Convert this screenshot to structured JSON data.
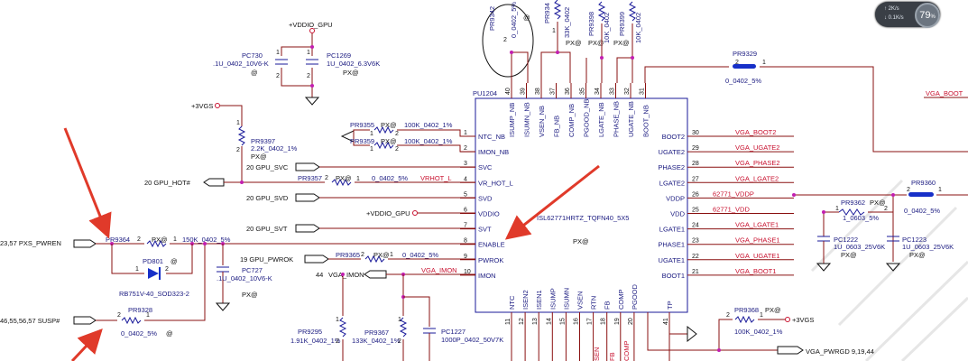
{
  "chip": {
    "refdes": "PU1204",
    "part": "ISL62771HRTZ_TQFN40_5X5",
    "variant": "PX@",
    "top_pins": [
      {
        "num": "40",
        "name": "ISUMP_NB"
      },
      {
        "num": "39",
        "name": "ISUMN_NB"
      },
      {
        "num": "38",
        "name": "VSEN_NB"
      },
      {
        "num": "37",
        "name": "FB_NB"
      },
      {
        "num": "36",
        "name": "COMP_NB"
      },
      {
        "num": "35",
        "name": "PGOOD_NB"
      },
      {
        "num": "34",
        "name": "LGATE_NB"
      },
      {
        "num": "33",
        "name": "PHASE_NB"
      },
      {
        "num": "32",
        "name": "UGATE_NB"
      },
      {
        "num": "31",
        "name": "BOOT_NB"
      }
    ],
    "left_pins": [
      {
        "num": "1",
        "name": "NTC_NB"
      },
      {
        "num": "2",
        "name": "IMON_NB"
      },
      {
        "num": "3",
        "name": "SVC"
      },
      {
        "num": "4",
        "name": "VR_HOT_L"
      },
      {
        "num": "5",
        "name": "SVD"
      },
      {
        "num": "6",
        "name": "VDDIO"
      },
      {
        "num": "7",
        "name": "SVT"
      },
      {
        "num": "8",
        "name": "ENABLE"
      },
      {
        "num": "9",
        "name": "PWROK"
      },
      {
        "num": "10",
        "name": "IMON"
      }
    ],
    "right_pins": [
      {
        "num": "30",
        "name": "BOOT2"
      },
      {
        "num": "29",
        "name": "UGATE2"
      },
      {
        "num": "28",
        "name": "PHASE2"
      },
      {
        "num": "27",
        "name": "LGATE2"
      },
      {
        "num": "26",
        "name": "VDDP"
      },
      {
        "num": "25",
        "name": "VDD"
      },
      {
        "num": "24",
        "name": "LGATE1"
      },
      {
        "num": "23",
        "name": "PHASE1"
      },
      {
        "num": "22",
        "name": "UGATE1"
      },
      {
        "num": "21",
        "name": "BOOT1"
      }
    ],
    "bottom_pins": [
      {
        "num": "11",
        "name": "NTC"
      },
      {
        "num": "12",
        "name": "ISEN2"
      },
      {
        "num": "13",
        "name": "ISEN1"
      },
      {
        "num": "14",
        "name": "ISUMP"
      },
      {
        "num": "15",
        "name": "ISUMN"
      },
      {
        "num": "16",
        "name": "VSEN"
      },
      {
        "num": "17",
        "name": "RTN"
      },
      {
        "num": "18",
        "name": "FB"
      },
      {
        "num": "19",
        "name": "COMP"
      },
      {
        "num": "20",
        "name": "PGOOD"
      },
      {
        "num": "41",
        "name": "TP"
      }
    ]
  },
  "right_nets": [
    "VGA_BOOT2",
    "VGA_UGATE2",
    "VGA_PHASE2",
    "VGA_LGATE2",
    "62771_VDDP",
    "62771_VDD",
    "VGA_LGATE1",
    "VGA_PHASE1",
    "VGA_UGATE1",
    "VGA_BOOT1"
  ],
  "left_nets": {
    "svc": "20 GPU_SVC",
    "gpu_hot": "20 GPU_HOT#",
    "vr_hot": "VRHOT_L",
    "svd": "20 GPU_SVD",
    "vddio": "+VDDIO_GPU",
    "svt": "20 GPU_SVT",
    "pwrok": "19 GPU_PWROK",
    "imon_num": "44",
    "imon": "VGA_IMON",
    "vga_imon": "VGA_IMON",
    "pxs_pwren": "23,57  PXS_PWREN",
    "susp": "46,55,56,57  SUSP#",
    "3vgs_a": "+3VGS",
    "3vgs_b": "+3VGS",
    "vddio_top": "+VDDIO_GPU",
    "vga_boot": "VGA_BOOT",
    "pwrgd": "VGA_PWRGD  9,19,44"
  },
  "components": {
    "pc730": {
      "ref": "PC730",
      "val": ".1U_0402_10V6-K",
      "pop": "@"
    },
    "pc1269": {
      "ref": "PC1269",
      "val": "1U_0402_6.3V6K",
      "pop": "PX@"
    },
    "pr9355": {
      "ref": "PR9355",
      "pop": "PX@",
      "val": "100K_0402_1%"
    },
    "pr9359": {
      "ref": "PR9359",
      "pop": "PX@",
      "val": "100K_0402_1%"
    },
    "pr9397": {
      "ref": "PR9397",
      "val": "2.2K_0402_1%",
      "pop": "PX@"
    },
    "pr9357": {
      "ref": "PR9357",
      "pop": "PX@",
      "val": "0_0402_5%"
    },
    "pr9364": {
      "ref": "PR9364",
      "pop": "PX@",
      "val": "150K_0402_5%"
    },
    "pd801": {
      "ref": "PD801",
      "pop": "@",
      "val": "RB751V-40_SOD323-2"
    },
    "pc727": {
      "ref": "PC727",
      "val": ".1U_0402_10V6-K",
      "pop": "PX@"
    },
    "pr9365": {
      "ref": "PR9365",
      "pop": "PX@",
      "val": "0_0402_5%"
    },
    "pr9328": {
      "ref": "PR9328",
      "val": "0_0402_5%",
      "pop": "@"
    },
    "pr9295": {
      "ref": "PR9295",
      "val": "1.91K_0402_1%"
    },
    "pr9367": {
      "ref": "PR9367",
      "val": "133K_0402_1%"
    },
    "pc1227": {
      "ref": "PC1227",
      "val": "1000P_0402_50V7K"
    },
    "pr9342": {
      "ref": "PR9342",
      "val": "0_0402_5%"
    },
    "pr9396": {
      "ref": "PR934",
      "val": "33K_0402"
    },
    "pr9398": {
      "ref": "PR9398",
      "val": "10K_0402"
    },
    "pr9399": {
      "ref": "PR9399",
      "val": "10K_0402"
    },
    "pr9329": {
      "ref": "PR9329",
      "val": "0_0402_5%"
    },
    "pr9360": {
      "ref": "PR9360",
      "val": "0_0402_5%"
    },
    "pr9362": {
      "ref": "PR9362",
      "pop": "PX@",
      "val": "1_0603_5%"
    },
    "pc1222": {
      "ref": "PC1222",
      "val": "1U_0603_25V6K",
      "pop": "PX@"
    },
    "pc1223": {
      "ref": "PC1223",
      "val": "1U_0603_25V6K",
      "pop": "PX@"
    },
    "pr9368": {
      "ref": "PR9368",
      "pop": "PX@",
      "val": "100K_0402_1%"
    }
  },
  "bottom_nets": [
    "SEN",
    "FB",
    "COMP"
  ],
  "overlay": {
    "percent": "79",
    "unit": "%",
    "up": "2",
    "up_unit": "K/s",
    "down": "0.1",
    "down_unit": "K/s"
  },
  "colors": {
    "wire": "#8a1010",
    "net_label": "#c8102e",
    "component": "#1a1a9a",
    "junction": "#c21fb0",
    "arrow": "#e03a2a"
  }
}
